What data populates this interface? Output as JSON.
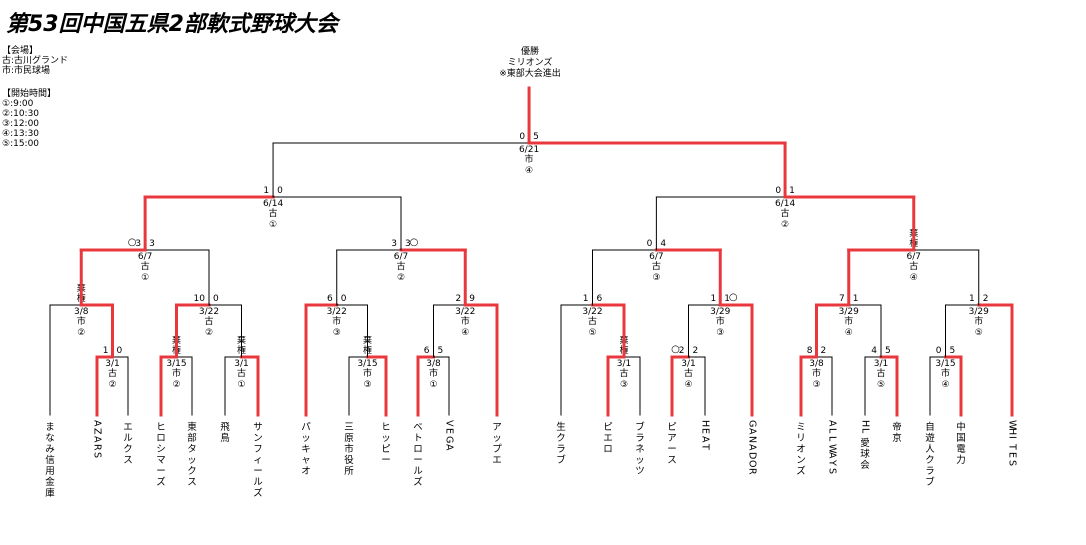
{
  "title": "第53回中国五県2部軟式野球大会",
  "venue": {
    "heading": "【会場】",
    "items": [
      "古:古川グランド",
      "市:市民球場"
    ]
  },
  "times": {
    "heading": "【開始時間】",
    "items": [
      "①:9:00",
      "②:10:30",
      "③:12:00",
      "④:13:30",
      "⑤:15:00"
    ]
  },
  "champion": {
    "label": "優勝",
    "team": "ミリオンズ",
    "note": "※東部大会進出"
  },
  "colors": {
    "win_line": "#e8383d",
    "line": "#000000"
  },
  "teams": [
    "まなみ信用金庫",
    "AZARS",
    "エルクス",
    "ヒロシマーズ",
    "東部タックス",
    "飛鳥",
    "サンフィールズ",
    "パッキャオ",
    "三原市役所",
    "ヒッピー",
    "ベトロールズ",
    "VEGA",
    "アップエ",
    "生クラブ",
    "ピエロ",
    "ブラネッツ",
    "ピアース",
    "HEAT",
    "GANADOR",
    "ミリオンズ",
    "ALLWAYS",
    "HL愛球会",
    "帝京",
    "自遊人クラブ",
    "中国電力",
    "WHITES"
  ],
  "games": [
    {
      "id": "r1a",
      "scores": [
        "1",
        "0"
      ],
      "date": "3/1",
      "venue": "古",
      "slot": "②"
    },
    {
      "id": "r1b",
      "scores": [
        "",
        ""
      ],
      "date": "3/15",
      "venue": "市",
      "slot": "②",
      "note": "棄権"
    },
    {
      "id": "r1c",
      "scores": [
        "",
        ""
      ],
      "date": "3/1",
      "venue": "古",
      "slot": "①",
      "note": "棄権"
    },
    {
      "id": "r1d",
      "scores": [
        "",
        ""
      ],
      "date": "3/15",
      "venue": "市",
      "slot": "③",
      "note": "棄権"
    },
    {
      "id": "r1e",
      "scores": [
        "6",
        "5"
      ],
      "date": "3/8",
      "venue": "市",
      "slot": "①"
    },
    {
      "id": "r1f",
      "scores": [
        "",
        ""
      ],
      "date": "3/1",
      "venue": "古",
      "slot": "③",
      "note": "棄権"
    },
    {
      "id": "r1g",
      "scores": [
        "2",
        "2"
      ],
      "date": "3/1",
      "venue": "古",
      "slot": "④",
      "mark": "○"
    },
    {
      "id": "r1h",
      "scores": [
        "8",
        "2"
      ],
      "date": "3/8",
      "venue": "市",
      "slot": "③"
    },
    {
      "id": "r1i",
      "scores": [
        "4",
        "5"
      ],
      "date": "3/1",
      "venue": "古",
      "slot": "⑤"
    },
    {
      "id": "r1j",
      "scores": [
        "0",
        "5"
      ],
      "date": "3/15",
      "venue": "市",
      "slot": "④"
    },
    {
      "id": "r2a",
      "scores": [
        "",
        ""
      ],
      "date": "3/8",
      "venue": "市",
      "slot": "②",
      "note": "棄権"
    },
    {
      "id": "r2b",
      "scores": [
        "10",
        "0"
      ],
      "date": "3/22",
      "venue": "古",
      "slot": "②"
    },
    {
      "id": "r2c",
      "scores": [
        "6",
        "0"
      ],
      "date": "3/22",
      "venue": "市",
      "slot": "③"
    },
    {
      "id": "r2d",
      "scores": [
        "2",
        "9"
      ],
      "date": "3/22",
      "venue": "市",
      "slot": "④"
    },
    {
      "id": "r2e",
      "scores": [
        "1",
        "6"
      ],
      "date": "3/22",
      "venue": "古",
      "slot": "⑤"
    },
    {
      "id": "r2f",
      "scores": [
        "1",
        "1"
      ],
      "date": "3/29",
      "venue": "市",
      "slot": "③",
      "mark": "○"
    },
    {
      "id": "r2g",
      "scores": [
        "7",
        "1"
      ],
      "date": "3/29",
      "venue": "市",
      "slot": "④"
    },
    {
      "id": "r2h",
      "scores": [
        "1",
        "2"
      ],
      "date": "3/29",
      "venue": "市",
      "slot": "⑤"
    },
    {
      "id": "qf1",
      "scores": [
        "3",
        "3"
      ],
      "date": "6/7",
      "venue": "古",
      "slot": "①",
      "mark": "○"
    },
    {
      "id": "qf2",
      "scores": [
        "3",
        "3"
      ],
      "date": "6/7",
      "venue": "古",
      "slot": "②",
      "mark": "○"
    },
    {
      "id": "qf3",
      "scores": [
        "0",
        "4"
      ],
      "date": "6/7",
      "venue": "古",
      "slot": "③"
    },
    {
      "id": "qf4",
      "scores": [
        "",
        ""
      ],
      "date": "6/7",
      "venue": "古",
      "slot": "④",
      "note": "棄権"
    },
    {
      "id": "sf1",
      "scores": [
        "1",
        "0"
      ],
      "date": "6/14",
      "venue": "古",
      "slot": "①"
    },
    {
      "id": "sf2",
      "scores": [
        "0",
        "1"
      ],
      "date": "6/14",
      "venue": "古",
      "slot": "②"
    },
    {
      "id": "final",
      "scores": [
        "0",
        "5"
      ],
      "date": "6/21",
      "venue": "市",
      "slot": "④"
    }
  ]
}
